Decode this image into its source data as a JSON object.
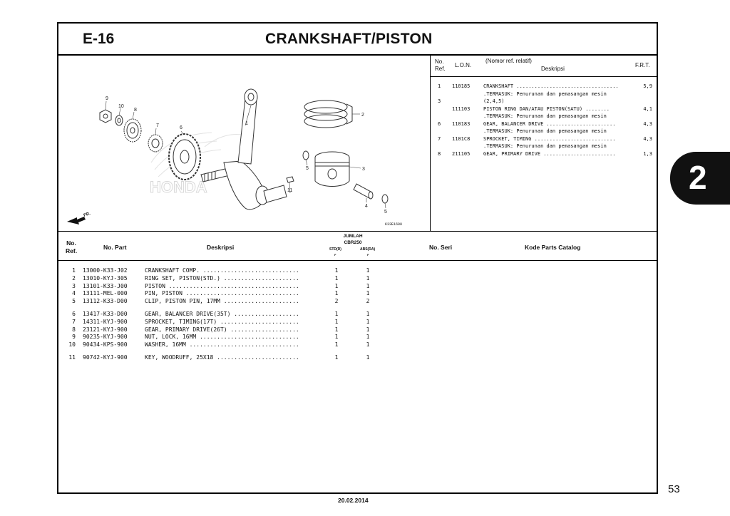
{
  "header": {
    "section_code": "E-16",
    "title": "CRANKSHAFT/PISTON"
  },
  "diagram": {
    "code": "K33E1600",
    "front_label": "FR.",
    "watermark": "HONDA",
    "callouts": [
      "9",
      "10",
      "8",
      "7",
      "6",
      "1",
      "2",
      "5",
      "3",
      "11",
      "4",
      "5"
    ]
  },
  "ref_table": {
    "headers": {
      "no": "No.",
      "ref": "Ref.",
      "lon": "L.O.N.",
      "nomor": "(Nomor ref. relatif)",
      "deskripsi": "Deskripsi",
      "frt": "F.R.T."
    },
    "lines": [
      {
        "no": "1",
        "lon": "110185",
        "desc": "CRANKSHAFT ..................................",
        "frt": "5,9"
      },
      {
        "no": "",
        "lon": "",
        "desc": ".TERMASUK: Penurunan dan pemasangan mesin",
        "frt": ""
      },
      {
        "no": "3",
        "lon": "",
        "desc": "(2,4,5)",
        "frt": ""
      },
      {
        "no": "",
        "lon": "111103",
        "desc": "PISTON RING DAN/ATAU PISTON(SATU) ........",
        "frt": "4,1"
      },
      {
        "no": "",
        "lon": "",
        "desc": ".TERMASUK: Penurunan dan pemasangan mesin",
        "frt": ""
      },
      {
        "no": "6",
        "lon": "110183",
        "desc": "GEAR, BALANCER DRIVE .......................",
        "frt": "4,3"
      },
      {
        "no": "",
        "lon": "",
        "desc": ".TERMASUK: Penurunan dan pemasangan mesin",
        "frt": ""
      },
      {
        "no": "7",
        "lon": "1101C8",
        "desc": "SPROCKET, TIMING ...........................",
        "frt": "4,3"
      },
      {
        "no": "",
        "lon": "",
        "desc": ".TERMASUK: Penurunan dan pemasangan mesin",
        "frt": ""
      },
      {
        "no": "8",
        "lon": "211105",
        "desc": "GEAR, PRIMARY DRIVE ........................",
        "frt": "1,3"
      }
    ]
  },
  "parts_table": {
    "headers": {
      "no": "No.",
      "ref": "Ref.",
      "part": "No. Part",
      "deskripsi": "Deskripsi",
      "jumlah": "JUMLAH",
      "model": "CBR250",
      "std": "STD(R)",
      "abs": "ABS(RA)",
      "std_flag": "F",
      "abs_flag": "F",
      "seri": "No. Seri",
      "kode": "Kode Parts Catalog"
    },
    "rows": [
      {
        "ref": "1",
        "part": "13000-K33-J02",
        "desc": "CRANKSHAFT COMP. ............................",
        "std": "1",
        "abs": "1",
        "gap": false
      },
      {
        "ref": "2",
        "part": "13010-KYJ-305",
        "desc": "RING SET, PISTON(STD.) ......................",
        "std": "1",
        "abs": "1",
        "gap": false
      },
      {
        "ref": "3",
        "part": "13101-K33-J00",
        "desc": "PISTON ......................................",
        "std": "1",
        "abs": "1",
        "gap": false
      },
      {
        "ref": "4",
        "part": "13111-MEL-000",
        "desc": "PIN, PISTON .................................",
        "std": "1",
        "abs": "1",
        "gap": false
      },
      {
        "ref": "5",
        "part": "13112-K33-D00",
        "desc": "CLIP, PISTON PIN, 17MM ......................",
        "std": "2",
        "abs": "2",
        "gap": false
      },
      {
        "ref": "6",
        "part": "13417-K33-D00",
        "desc": "GEAR, BALANCER DRIVE(35T) ...................",
        "std": "1",
        "abs": "1",
        "gap": true
      },
      {
        "ref": "7",
        "part": "14311-KYJ-900",
        "desc": "SPROCKET, TIMING(17T) .......................",
        "std": "1",
        "abs": "1",
        "gap": false
      },
      {
        "ref": "8",
        "part": "23121-KYJ-900",
        "desc": "GEAR, PRIMARY DRIVE(26T) ....................",
        "std": "1",
        "abs": "1",
        "gap": false
      },
      {
        "ref": "9",
        "part": "90235-KYJ-900",
        "desc": "NUT, LOCK, 16MM .............................",
        "std": "1",
        "abs": "1",
        "gap": false
      },
      {
        "ref": "10",
        "part": "90434-KPS-900",
        "desc": "WASHER, 16MM ................................",
        "std": "1",
        "abs": "1",
        "gap": false
      },
      {
        "ref": "11",
        "part": "90742-KYJ-900",
        "desc": "KEY, WOODRUFF, 25X18 ........................",
        "std": "1",
        "abs": "1",
        "gap": true
      }
    ]
  },
  "side_tab": {
    "number": "2"
  },
  "footer": {
    "page_number": "53",
    "date": "20.02.2014"
  }
}
